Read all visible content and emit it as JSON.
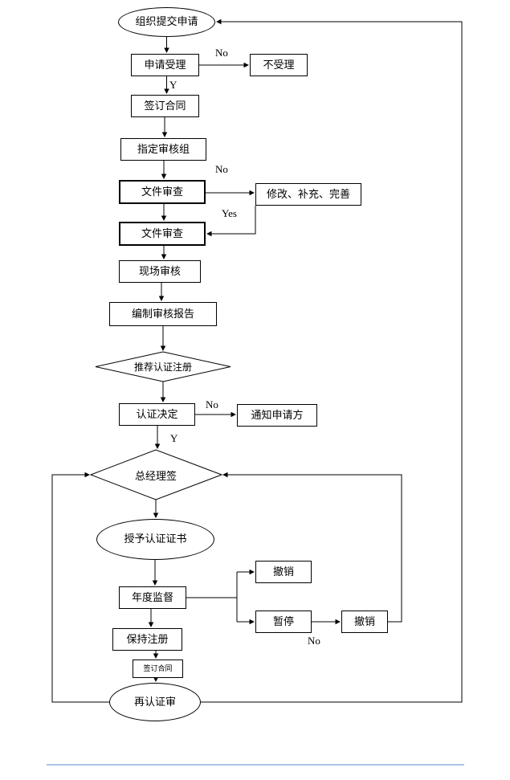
{
  "flowchart": {
    "nodes": {
      "start": {
        "label": "组织提交申请",
        "shape": "ellipse"
      },
      "accept": {
        "label": "申请受理",
        "shape": "rect"
      },
      "reject": {
        "label": "不受理",
        "shape": "rect"
      },
      "sign_contract": {
        "label": "签订合同",
        "shape": "rect"
      },
      "assign_team": {
        "label": "指定审核组",
        "shape": "rect"
      },
      "doc_review_1": {
        "label": "文件审查",
        "shape": "rect"
      },
      "modify": {
        "label": "修改、补充、完善",
        "shape": "rect"
      },
      "doc_review_2": {
        "label": "文件审查",
        "shape": "rect"
      },
      "onsite_audit": {
        "label": "现场审核",
        "shape": "rect"
      },
      "audit_report": {
        "label": "编制审核报告",
        "shape": "rect"
      },
      "recommend": {
        "label": "推荐认证注册",
        "shape": "diamond"
      },
      "cert_decision": {
        "label": "认证决定",
        "shape": "rect"
      },
      "notify": {
        "label": "通知申请方",
        "shape": "rect"
      },
      "gm_sign": {
        "label": "总经理签",
        "shape": "diamond"
      },
      "grant_cert": {
        "label": "授予认证证书",
        "shape": "ellipse"
      },
      "annual_supervision": {
        "label": "年度监督",
        "shape": "rect"
      },
      "revoke_1": {
        "label": "撤销",
        "shape": "rect"
      },
      "suspend": {
        "label": "暂停",
        "shape": "rect"
      },
      "revoke_2": {
        "label": "撤销",
        "shape": "rect"
      },
      "keep_registration": {
        "label": "保持注册",
        "shape": "rect"
      },
      "sign_contract_2": {
        "label": "签订合同",
        "shape": "rect"
      },
      "recert": {
        "label": "再认证审",
        "shape": "ellipse"
      }
    },
    "edge_labels": {
      "no1": "No",
      "y1": "Y",
      "no2": "No",
      "yes1": "Yes",
      "no3": "No",
      "y2": "Y",
      "no4": "No"
    },
    "edges": [
      {
        "from": "start",
        "to": "accept"
      },
      {
        "from": "accept",
        "to": "reject",
        "label": "No"
      },
      {
        "from": "accept",
        "to": "sign_contract",
        "label": "Y"
      },
      {
        "from": "sign_contract",
        "to": "assign_team"
      },
      {
        "from": "assign_team",
        "to": "doc_review_1"
      },
      {
        "from": "doc_review_1",
        "to": "modify",
        "label": "No"
      },
      {
        "from": "modify",
        "to": "doc_review_2",
        "label": "Yes"
      },
      {
        "from": "doc_review_1",
        "to": "doc_review_2"
      },
      {
        "from": "doc_review_2",
        "to": "onsite_audit"
      },
      {
        "from": "onsite_audit",
        "to": "audit_report"
      },
      {
        "from": "audit_report",
        "to": "recommend"
      },
      {
        "from": "recommend",
        "to": "cert_decision"
      },
      {
        "from": "cert_decision",
        "to": "notify",
        "label": "No"
      },
      {
        "from": "cert_decision",
        "to": "gm_sign",
        "label": "Y"
      },
      {
        "from": "gm_sign",
        "to": "grant_cert"
      },
      {
        "from": "grant_cert",
        "to": "annual_supervision"
      },
      {
        "from": "annual_supervision",
        "to": "revoke_1"
      },
      {
        "from": "annual_supervision",
        "to": "suspend"
      },
      {
        "from": "suspend",
        "to": "revoke_2",
        "label": "No"
      },
      {
        "from": "annual_supervision",
        "to": "keep_registration"
      },
      {
        "from": "keep_registration",
        "to": "sign_contract_2"
      },
      {
        "from": "sign_contract_2",
        "to": "recert"
      },
      {
        "from": "recert",
        "to": "gm_sign"
      },
      {
        "from": "revoke_2",
        "to": "gm_sign"
      },
      {
        "from": "recert",
        "to": "start"
      }
    ],
    "colors": {
      "line": "#000000",
      "node_fill": "#ffffff",
      "bottom_rule": "#a9c4e3"
    }
  }
}
